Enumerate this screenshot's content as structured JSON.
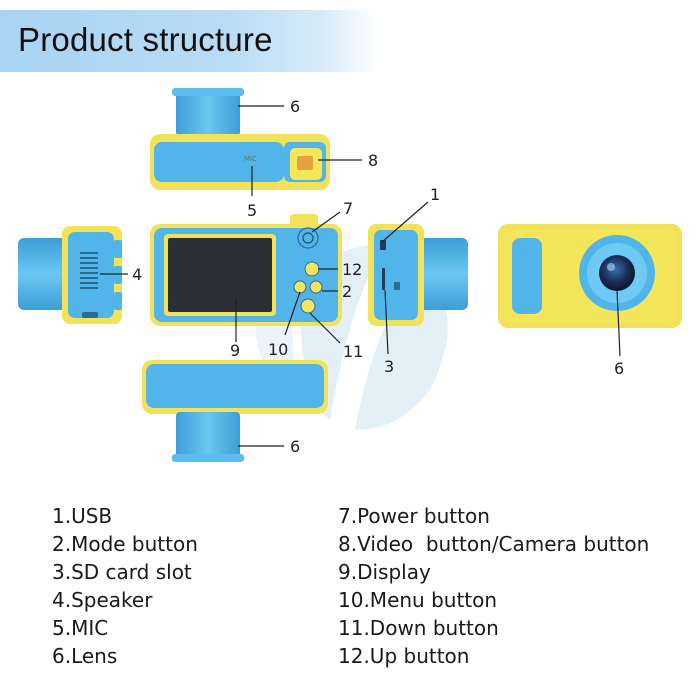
{
  "header": {
    "title": "Product structure"
  },
  "diagram": {
    "mic_label": "MIC",
    "callouts": {
      "c6_top": "6",
      "c8": "8",
      "c5": "5",
      "c7": "7",
      "c1": "1",
      "c4": "4",
      "c12": "12",
      "c2": "2",
      "c10": "10",
      "c11": "11",
      "c9": "9",
      "c3": "3",
      "c6_right": "6",
      "c6_bottom": "6"
    }
  },
  "legend": {
    "left": [
      "1.USB",
      "2.Mode button",
      "3.SD card slot",
      "4.Speaker",
      "5.MIC",
      "6.Lens"
    ],
    "right": [
      "7.Power button",
      "8.Video  button/Camera button",
      "9.Display",
      "10.Menu button",
      "11.Down button",
      "12.Up button"
    ]
  },
  "colors": {
    "header_bg": "#b9dcf5",
    "camera_blue": "#4fb3e8",
    "camera_yellow": "#f3e65a",
    "display_dark": "#2b2f36",
    "watermark": "#cfe4f3"
  }
}
